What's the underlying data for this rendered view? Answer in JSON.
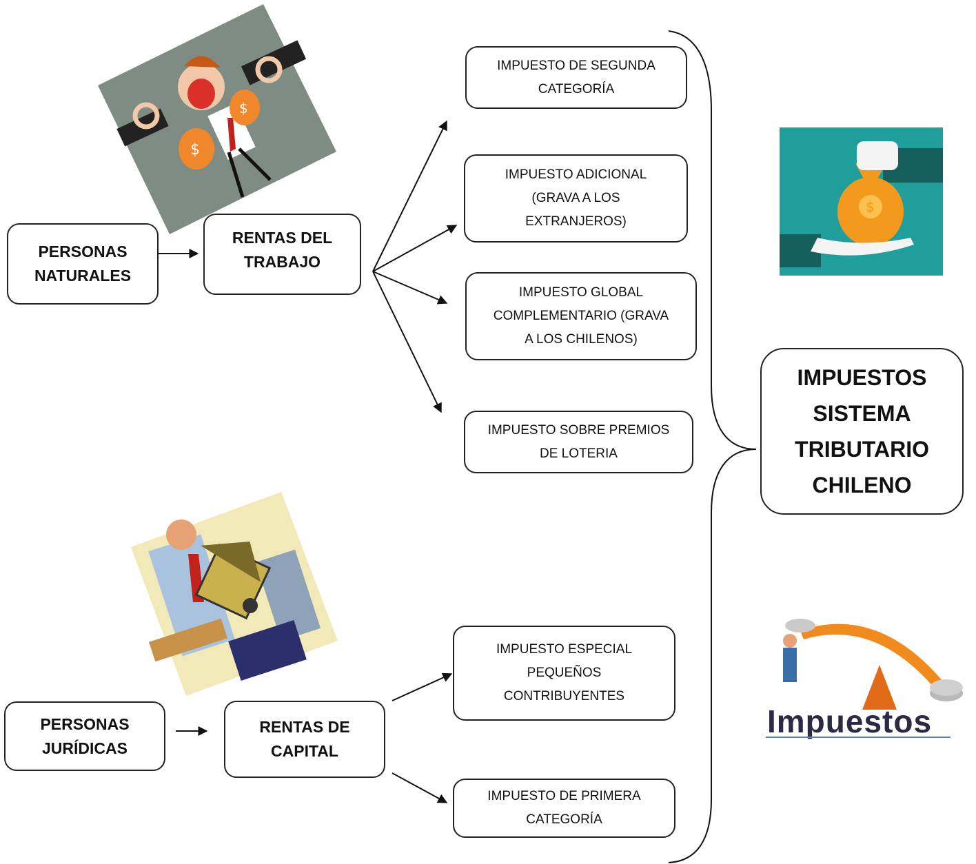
{
  "diagram": {
    "root": "IMPUESTOS\nSISTEMA\nTRIBUTARIO\nCHILENO",
    "personas_naturales": "PERSONAS\nNATURALES",
    "rentas_trabajo": "RENTAS DEL\nTRABAJO",
    "personas_juridicas": "PERSONAS\nJURÍDICAS",
    "rentas_capital": "RENTAS DE\nCAPITAL",
    "trabajo_impuestos": [
      "IMPUESTO DE SEGUNDA\nCATEGORÍA",
      "IMPUESTO ADICIONAL\n(GRAVA A LOS\nEXTRANJEROS)",
      "IMPUESTO GLOBAL\nCOMPLEMENTARIO (GRAVA\nA LOS CHILENOS)",
      "IMPUESTO SOBRE PREMIOS\nDE LOTERIA"
    ],
    "capital_impuestos": [
      "IMPUESTO ESPECIAL\nPEQUEÑOS\nCONTRIBUYENTES",
      "IMPUESTO DE PRIMERA\nCATEGORÍA"
    ]
  },
  "images": {
    "impuestos_logo_text": "Impuestos"
  },
  "colors": {
    "border": "#222222",
    "teal": "#1f9e9b",
    "orange": "#f39a1e",
    "gray_bg": "#7f8c84"
  }
}
